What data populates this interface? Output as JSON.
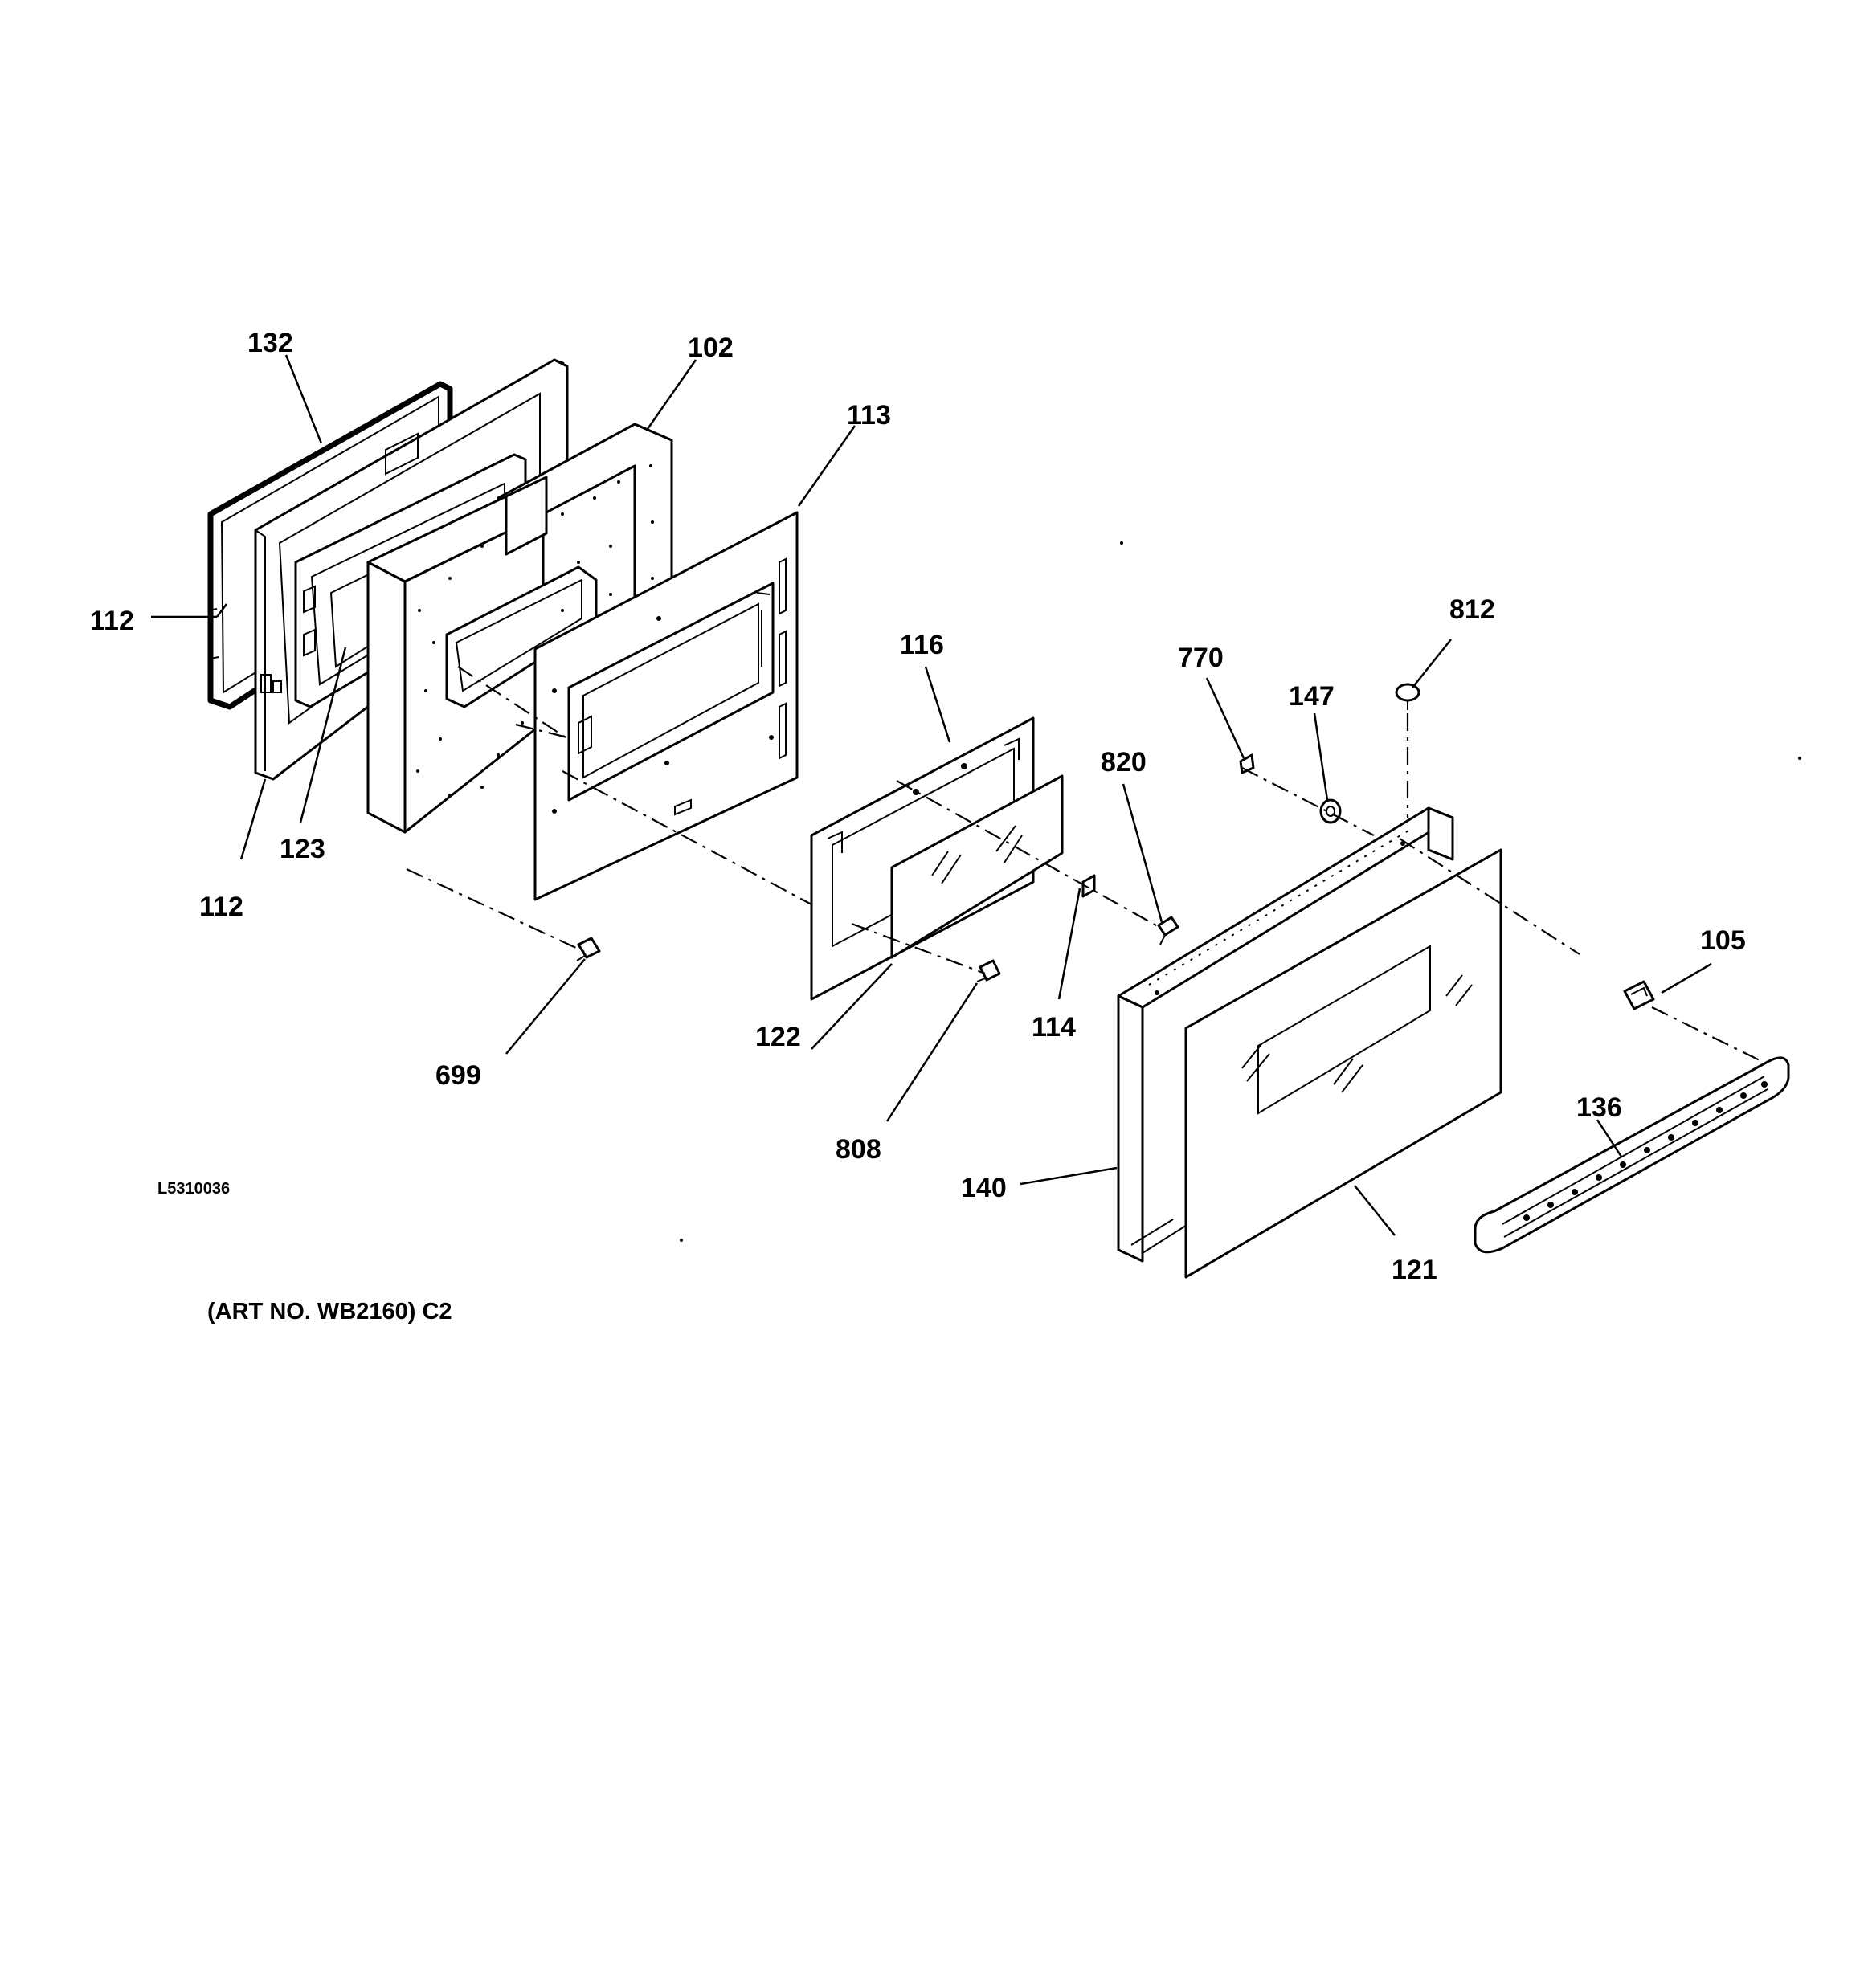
{
  "diagram": {
    "art_code": "L5310036",
    "caption": "(ART NO. WB2160) C2",
    "callouts": {
      "c132": "132",
      "c102": "102",
      "c113": "113",
      "c112a": "112",
      "c112b": "112",
      "c123": "123",
      "c116": "116",
      "c770": "770",
      "c147": "147",
      "c812": "812",
      "c820": "820",
      "c114": "114",
      "c122": "122",
      "c699": "699",
      "c808": "808",
      "c105": "105",
      "c136": "136",
      "c140": "140",
      "c121": "121"
    }
  }
}
